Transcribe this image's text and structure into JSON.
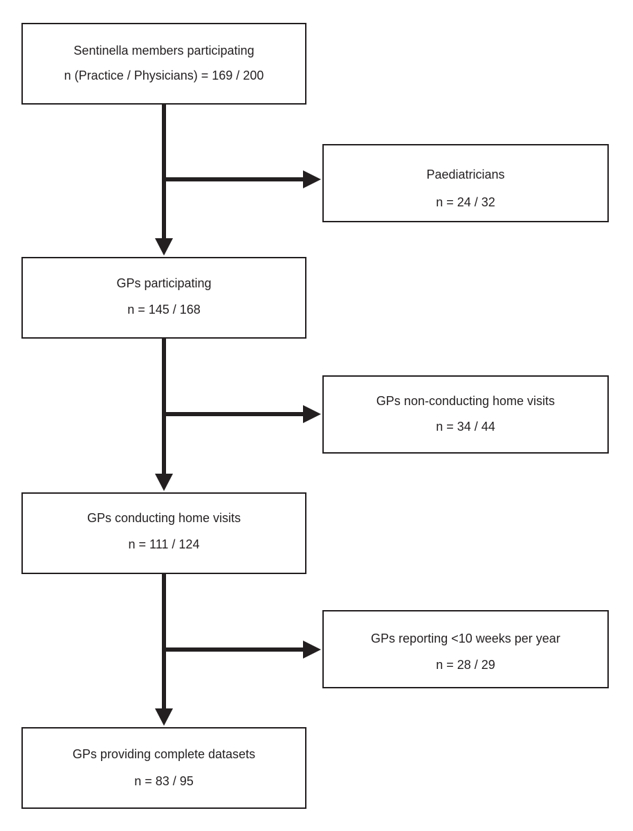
{
  "flowchart": {
    "main_steps": [
      {
        "title": "Sentinella members participating",
        "count": "n (Practice / Physicians) = 169 / 200"
      },
      {
        "title": "GPs participating",
        "count": "n = 145 / 168"
      },
      {
        "title": "GPs conducting home visits",
        "count": "n = 111 / 124"
      },
      {
        "title": "GPs providing complete datasets",
        "count": "n = 83 / 95"
      }
    ],
    "exclusions": [
      {
        "title": "Paediatricians",
        "count": "n = 24 / 32"
      },
      {
        "title": "GPs non-conducting home visits",
        "count": "n = 34 / 44"
      },
      {
        "title": "GPs reporting <10 weeks per year",
        "count": "n = 28 / 29"
      }
    ],
    "line_color": "#231f20"
  }
}
